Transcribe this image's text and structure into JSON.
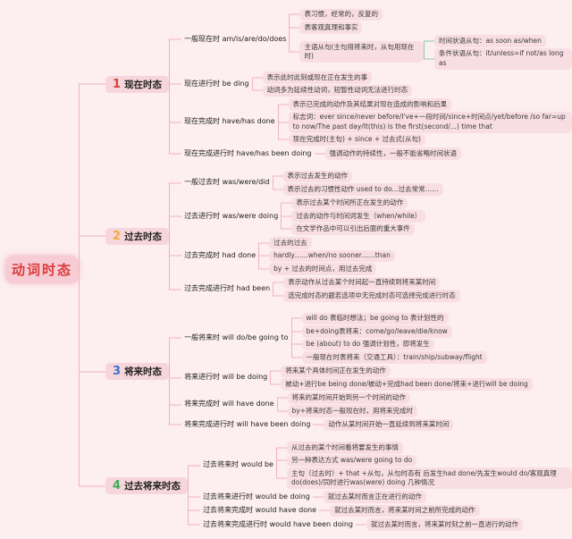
{
  "root": {
    "label": "动词时态"
  },
  "colors": {
    "background": "#fdeef0",
    "line_pink": "#eeb3bf",
    "line_teal": "#8ec6bb",
    "leaf_bg": "#f8dee3",
    "root_red": "#d83c3c"
  },
  "branches": [
    {
      "number": "1",
      "color": "#e23b3b",
      "title": "现在时态",
      "children": [
        {
          "label": "一般现在时 am/is/are/do/does",
          "children": [
            {
              "label": "表习惯，经常的，反复的"
            },
            {
              "label": "表客观真理和事实"
            },
            {
              "label": "主语从句(主句用将来时，从句用现在时)",
              "children": [
                {
                  "label": "时间状语从句：as soon as/when"
                },
                {
                  "label": "条件状语从句：it/unless=if not/as long as"
                }
              ]
            }
          ]
        },
        {
          "label": "现在进行时 be ding",
          "children": [
            {
              "label": "表示此时此刻或现在正在发生的事"
            },
            {
              "label": "动词多为延续性动词，短暂性动词无法进行时态"
            }
          ]
        },
        {
          "label": "现在完成时 have/has done",
          "children": [
            {
              "label": "表示已完成的动作及其结果对现在造成的影响和后果"
            },
            {
              "label": "标志词：ever since/never before/I've+一段时间/since+时间点/yet/before /so far=up to now/The past day/It(this) is the first(second/...) time that"
            },
            {
              "label": "现在完成时(主句) + since + 过去式(从句)"
            }
          ]
        },
        {
          "label": "现在完成进行时 have/has been doing",
          "children": [
            {
              "label": "强调动作的持续性，一般不能省略时间状语"
            }
          ]
        }
      ]
    },
    {
      "number": "2",
      "color": "#f2a93b",
      "title": "过去时态",
      "children": [
        {
          "label": "一般过去时 was/were/did",
          "children": [
            {
              "label": "表示过去发生的动作"
            },
            {
              "label": "表示过去的习惯性动作 used to do...过去常常……"
            }
          ]
        },
        {
          "label": "过去进行时 was/were doing",
          "children": [
            {
              "label": "表示过去某个时间所正在发生的动作"
            },
            {
              "label": "过去的动作与时间词发生（when/while）"
            },
            {
              "label": "在文学作品中可以引出后面的重大事件"
            }
          ]
        },
        {
          "label": "过去完成时 had done",
          "children": [
            {
              "label": "过去的过去"
            },
            {
              "label": "hardly……when/no sooner……than"
            },
            {
              "label": "by + 过去的时间点，用过去完成"
            }
          ]
        },
        {
          "label": "过去完成进行时 had been",
          "children": [
            {
              "label": "表示动作从过去某个时间起一直持续到将来某时间"
            },
            {
              "label": "选完成时态的题若选项中无完成时态可选择完成进行时态"
            }
          ]
        }
      ]
    },
    {
      "number": "3",
      "color": "#3b6fd4",
      "title": "将来时态",
      "children": [
        {
          "label": "一般将来时 will do/be going to",
          "children": [
            {
              "label": "will do 表临时想法；be going to 表计划性的"
            },
            {
              "label": "be+doing表将来：come/go/leave/die/know"
            },
            {
              "label": "be (about) to do 强调计划性，即将发生"
            },
            {
              "label": "一般现在时表将来（交通工具）：train/ship/subway/flight"
            }
          ]
        },
        {
          "label": "将来进行时 will be doing",
          "children": [
            {
              "label": "将来某个具体时间正在发生的动作"
            },
            {
              "label": "被动+进行be being done/被动+完成had been done/将来+进行will be doing"
            }
          ]
        },
        {
          "label": "将来完成时 will have done",
          "children": [
            {
              "label": "将来的某时间开始到另一个时间的动作"
            },
            {
              "label": "by+将来时态一般现在时，用将来完成时"
            }
          ]
        },
        {
          "label": "将来完成进行时 will have been doing",
          "children": [
            {
              "label": "动作从某时间开始一直延续到将来某时间"
            }
          ]
        }
      ]
    },
    {
      "number": "4",
      "color": "#3fae5a",
      "title": "过去将来时态",
      "children": [
        {
          "label": "过去将来时 would be",
          "children": [
            {
              "label": "从过去的某个时间看将要发生的事情"
            },
            {
              "label": "另一种表达方式 was/were going to do"
            },
            {
              "label": "主句（过去时）+ that +从句，从句时态有 后发生had done/先发生would do/客观真理do(does)/同时进行was(were) doing 几种情况"
            }
          ]
        },
        {
          "label": "过去将来进行时 would be doing",
          "children": [
            {
              "label": "就过去某时而言正在进行的动作"
            }
          ]
        },
        {
          "label": "过去将来完成时 would have done",
          "children": [
            {
              "label": "就过去某时而言，将来某时间之前所完成的动作"
            }
          ]
        },
        {
          "label": "过去将来完成进行时 would have been doing",
          "children": [
            {
              "label": "就过去某时而言，将来某时刻之前一直进行的动作"
            }
          ]
        }
      ]
    }
  ]
}
